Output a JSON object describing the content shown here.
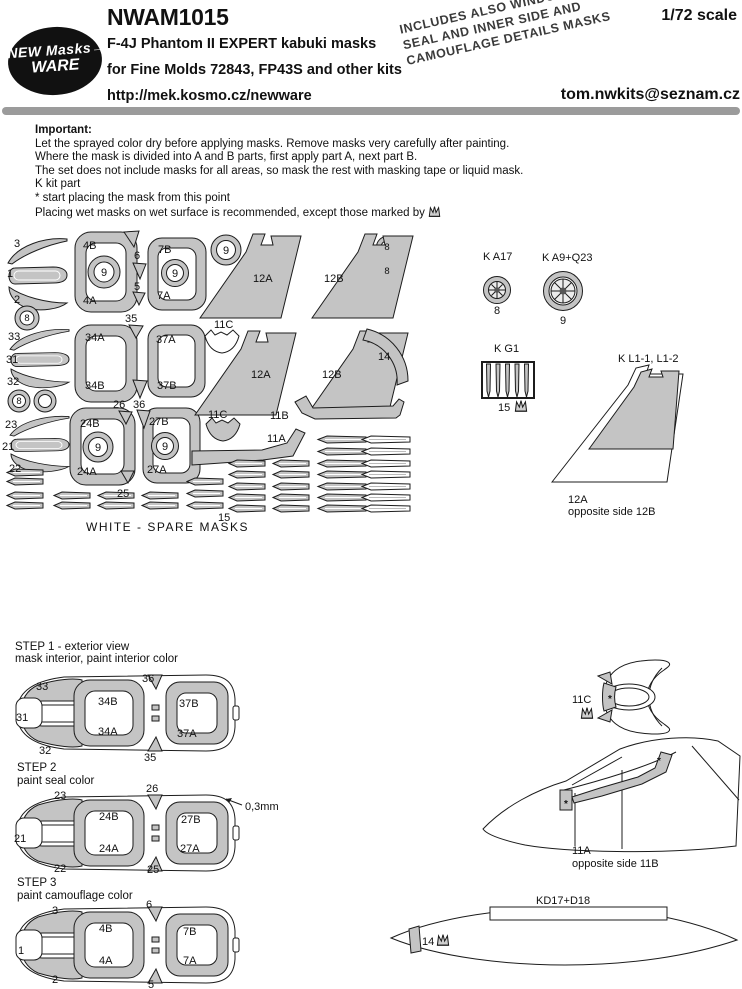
{
  "colors": {
    "mask_grey": "#c4c4c4",
    "divider_grey": "#9b9b9b",
    "ink": "#1a1a1a"
  },
  "header": {
    "logo_top": "NEW Masks",
    "logo_arrow": "→",
    "logo_bottom": "WARE",
    "code": "NWAM1015",
    "title": "F-4J Phantom II EXPERT kabuki masks",
    "kits": "for Fine Molds 72843, FP43S and other kits",
    "url": "http://mek.kosmo.cz/newware",
    "scale": "1/72 scale",
    "email": "tom.nwkits@seznam.cz",
    "stamp": [
      "INCLUDES ALSO WINDOWS",
      "SEAL AND INNER SIDE AND",
      "CAMOUFLAGE DETAILS MASKS"
    ]
  },
  "notes": {
    "heading": "Important:",
    "lines": [
      "Let the sprayed color dry before applying masks. Remove masks very carefully after painting.",
      "Where the mask is divided into A and B parts, first apply part A, next part B.",
      "The set does not include masks for all areas, so mask the rest with masking tape or liquid mask.",
      "K kit part",
      "* start placing the mask from this point",
      "Placing wet masks on wet surface is recommended, except those marked by"
    ]
  },
  "sheet": {
    "caption": "WHITE - SPARE MASKS",
    "labels": {
      "p1": "1",
      "p2": "2",
      "p3": "3",
      "p4a": "4A",
      "p4b": "4B",
      "p5": "5",
      "p6": "6",
      "p7a": "7A",
      "p7b": "7B",
      "p8": "8",
      "p9": "9",
      "p11a": "11A",
      "p11b": "11B",
      "p11c": "11C",
      "p12a": "12A",
      "p12b": "12B",
      "p14": "14",
      "p15": "15",
      "p21": "21",
      "p22": "22",
      "p23": "23",
      "p24a": "24A",
      "p24b": "24B",
      "p25": "25",
      "p26": "26",
      "p27a": "27A",
      "p27b": "27B",
      "p31": "31",
      "p32": "32",
      "p33": "33",
      "p34a": "34A",
      "p34b": "34B",
      "p35": "35",
      "p36": "36",
      "p37a": "37A",
      "p37b": "37B"
    }
  },
  "panel": {
    "wheel1_title": "K A17",
    "wheel1_num": "8",
    "wheel2_title": "K A9+Q23",
    "wheel2_num": "9",
    "vent_title": "K G1",
    "vent_num": "15",
    "fin_title": "K L1-1, L1-2",
    "fin_num": "12A",
    "fin_opp": "opposite side 12B"
  },
  "steps": [
    {
      "title": "STEP 1 - exterior view",
      "subtitle": "mask interior, paint interior color",
      "labels": {
        "top_small": "36",
        "nose_top": "33",
        "nose_left": "31",
        "nose_bottom": "32",
        "front_top": "34B",
        "front_bottom": "34A",
        "rear_top": "37B",
        "rear_bottom": "37A",
        "bottom_small": "35"
      }
    },
    {
      "title": "STEP 2",
      "subtitle": "paint seal color",
      "annotation": "0,3mm",
      "labels": {
        "top_small": "26",
        "nose_top": "23",
        "nose_left": "21",
        "nose_bottom": "22",
        "front_top": "24B",
        "front_bottom": "24A",
        "rear_top": "27B",
        "rear_bottom": "27A",
        "bottom_small": "25"
      }
    },
    {
      "title": "STEP 3",
      "subtitle": "paint camouflage color",
      "labels": {
        "top_small": "6",
        "nose_top": "3",
        "nose_left": "1",
        "nose_bottom": "2",
        "front_top": "4B",
        "front_bottom": "4A",
        "rear_top": "7B",
        "rear_bottom": "7A",
        "bottom_small": "5"
      }
    }
  ],
  "views": {
    "windscreen_label": "11C",
    "nose_label": "11A",
    "nose_opp": "opposite side 11B",
    "tank_label": "KD17+D18",
    "tank_num": "14",
    "star": "*"
  }
}
